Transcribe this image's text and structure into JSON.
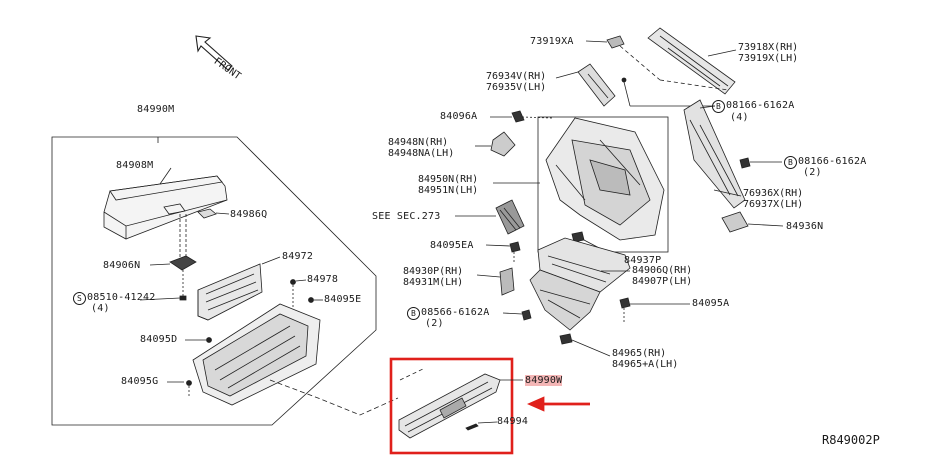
{
  "front_label": "FRONT",
  "reference_code": "R849002P",
  "highlight_color": "#e0201b",
  "highlight_label_bg": "#f4b6b6",
  "parts": {
    "p84990M": "84990M",
    "p84908M": "84908M",
    "p84986Q": "84986Q",
    "p84906N": "84906N",
    "p84972": "84972",
    "p84978": "84978",
    "p84095E": "84095E",
    "s08510": "08510-41242",
    "s08510_qty": "(4)",
    "p84095D": "84095D",
    "p84095G": "84095G",
    "p73919XA": "73919XA",
    "p73918X_rh": "73918X(RH)",
    "p73919X_lh": "73919X(LH)",
    "p76934V_rh": "76934V(RH)",
    "p76935V_lh": "76935V(LH)",
    "b08166_a": "08166-6162A",
    "b08166_a_qty": "(4)",
    "p84096A": "84096A",
    "p84948N_rh": "84948N(RH)",
    "p84948NA_lh": "84948NA(LH)",
    "b08166_b": "08166-6162A",
    "b08166_b_qty": "(2)",
    "p84950N_rh": "84950N(RH)",
    "p84951N_lh": "84951N(LH)",
    "p76936X_rh": "76936X(RH)",
    "p76937X_lh": "76937X(LH)",
    "see_sec": "SEE SEC.273",
    "p84936N": "84936N",
    "p84095EA": "84095EA",
    "p84937P": "84937P",
    "p84930P_rh": "84930P(RH)",
    "p84931M_lh": "84931M(LH)",
    "p84906Q_rh": "84906Q(RH)",
    "p84907P_lh": "84907P(LH)",
    "b08566": "08566-6162A",
    "b08566_qty": "(2)",
    "p84095A": "84095A",
    "p84965_rh": "84965(RH)",
    "p84965A_lh": "84965+A(LH)",
    "p84990W": "84990W",
    "p84994": "84994",
    "circle_B": "B",
    "circle_S": "S"
  }
}
